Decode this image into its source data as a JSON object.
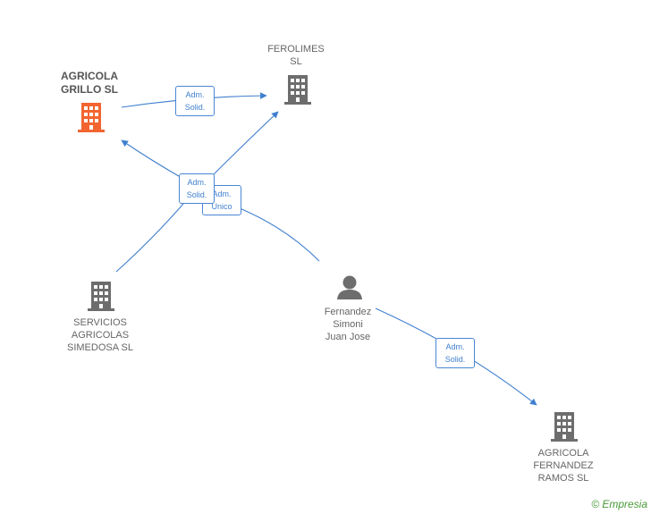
{
  "colors": {
    "edge": "#3f7fcf",
    "building": "#6d6d6d",
    "building_main": "#f26430",
    "person": "#6d6d6d"
  },
  "nodes": [
    {
      "id": "agricola-grillo",
      "label": "AGRICOLA\nGRILLO  SL",
      "icon": "building-icon",
      "main": true
    },
    {
      "id": "ferolimes",
      "label": "FEROLIMES\nSL",
      "icon": "building-icon"
    },
    {
      "id": "servicios",
      "label": "SERVICIOS\nAGRICOLAS\nSIMEDOSA  SL",
      "icon": "building-icon"
    },
    {
      "id": "fernandez",
      "label": "Fernandez\nSimoni\nJuan Jose",
      "icon": "person-icon"
    },
    {
      "id": "agricola-fernandez",
      "label": "AGRICOLA\nFERNANDEZ\nRAMOS  SL",
      "icon": "building-icon"
    }
  ],
  "edge_labels": [
    "Adm.\nSolid.",
    "Adm.\nSolid.",
    "Adm.\nUnico",
    "Adm.\nSolid."
  ],
  "brand": {
    "symbol": "©",
    "name": "Empresia"
  }
}
